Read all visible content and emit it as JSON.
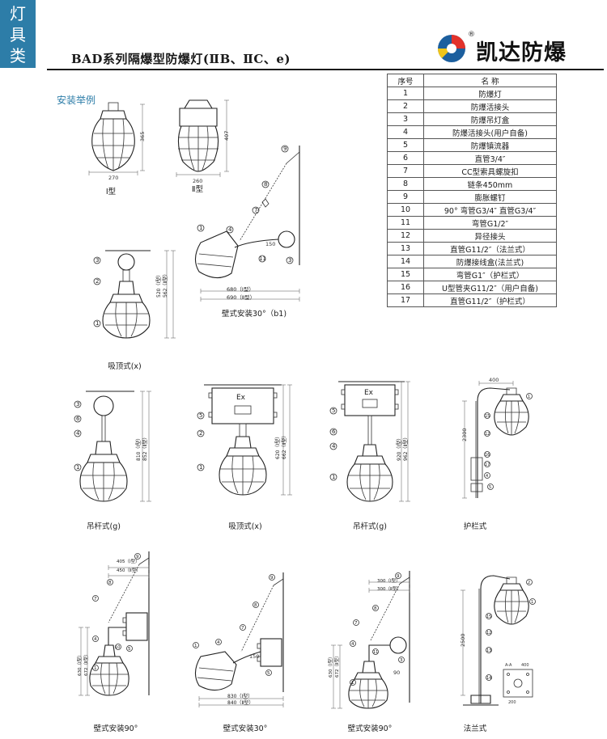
{
  "sidebar_tab": {
    "chars": [
      "灯",
      "具",
      "类"
    ]
  },
  "header": {
    "title": "BAD系列隔爆型防爆灯(ⅡB、ⅡC、e)"
  },
  "brand": {
    "name": "凯达防爆",
    "reg_mark": "®"
  },
  "section_title": "安装举例",
  "parts_table": {
    "headers": [
      "序号",
      "名 称"
    ],
    "rows": [
      [
        "1",
        "防爆灯"
      ],
      [
        "2",
        "防爆活接头"
      ],
      [
        "3",
        "防爆吊灯盒"
      ],
      [
        "4",
        "防爆活接头(用户自备)"
      ],
      [
        "5",
        "防爆镇流器"
      ],
      [
        "6",
        "直管3/4″"
      ],
      [
        "7",
        "CC型索具螺旋扣"
      ],
      [
        "8",
        "链条450mm"
      ],
      [
        "9",
        "膨胀螺钉"
      ],
      [
        "10",
        "90° 弯管G3/4″ 直管G3/4″"
      ],
      [
        "11",
        "弯管G1/2″"
      ],
      [
        "12",
        "异径接头"
      ],
      [
        "13",
        "直管G11/2″（法兰式）"
      ],
      [
        "14",
        "防爆接线盒(法兰式)"
      ],
      [
        "15",
        "弯管G1″（护栏式）"
      ],
      [
        "16",
        "U型管夹G11/2″（用户自备)"
      ],
      [
        "17",
        "直管G11/2″（护栏式）"
      ]
    ]
  },
  "figures": {
    "type1": {
      "caption": "Ⅰ型",
      "width": "270",
      "height": "365"
    },
    "type2": {
      "caption": "Ⅱ型",
      "width": "260",
      "height": "407"
    },
    "wall30_b1": {
      "caption": "壁式安装30°（b1)",
      "dim1": "680（Ⅰ型）",
      "dim2": "690（Ⅱ型）",
      "angle": "150"
    },
    "ceiling_x1": {
      "caption": "吸顶式(x)",
      "dim1": "520（Ⅰ型）",
      "dim2": "562（Ⅱ型）"
    },
    "pendant_g1": {
      "caption": "吊杆式(g)",
      "dim1": "810（Ⅰ型）",
      "dim2": "852（Ⅱ型）"
    },
    "ceiling_x2": {
      "caption": "吸顶式(x)",
      "box_label": "Ex",
      "dim1": "620（Ⅰ型）",
      "dim2": "662（Ⅱ型）"
    },
    "pendant_g2": {
      "caption": "吊杆式(g)",
      "box_label": "Ex",
      "dim1": "920（Ⅰ型）",
      "dim2": "962（Ⅱ型）"
    },
    "guardrail": {
      "caption": "护栏式",
      "top_dim": "400",
      "height_dim": "2300"
    },
    "wall90_a": {
      "caption": "壁式安装90°",
      "dim1": "405（Ⅰ型）",
      "dim2": "450（Ⅱ型）",
      "dim3": "630（Ⅰ型）",
      "dim4": "672（Ⅱ型）"
    },
    "wall30_b": {
      "caption": "壁式安装30°",
      "dim1": "830（Ⅰ型）",
      "dim2": "840（Ⅱ型）",
      "angle": "150"
    },
    "wall90_b": {
      "caption": "壁式安装90°",
      "dim1": "300（Ⅰ型）",
      "dim2": "300（Ⅱ型）",
      "dim3": "630（Ⅰ型）",
      "dim4": "672（Ⅱ型）",
      "angle": "90"
    },
    "flange": {
      "caption": "法兰式",
      "height_dim": "2500",
      "top_dim": "400",
      "section": "A-A",
      "plate_dim": "200"
    }
  }
}
